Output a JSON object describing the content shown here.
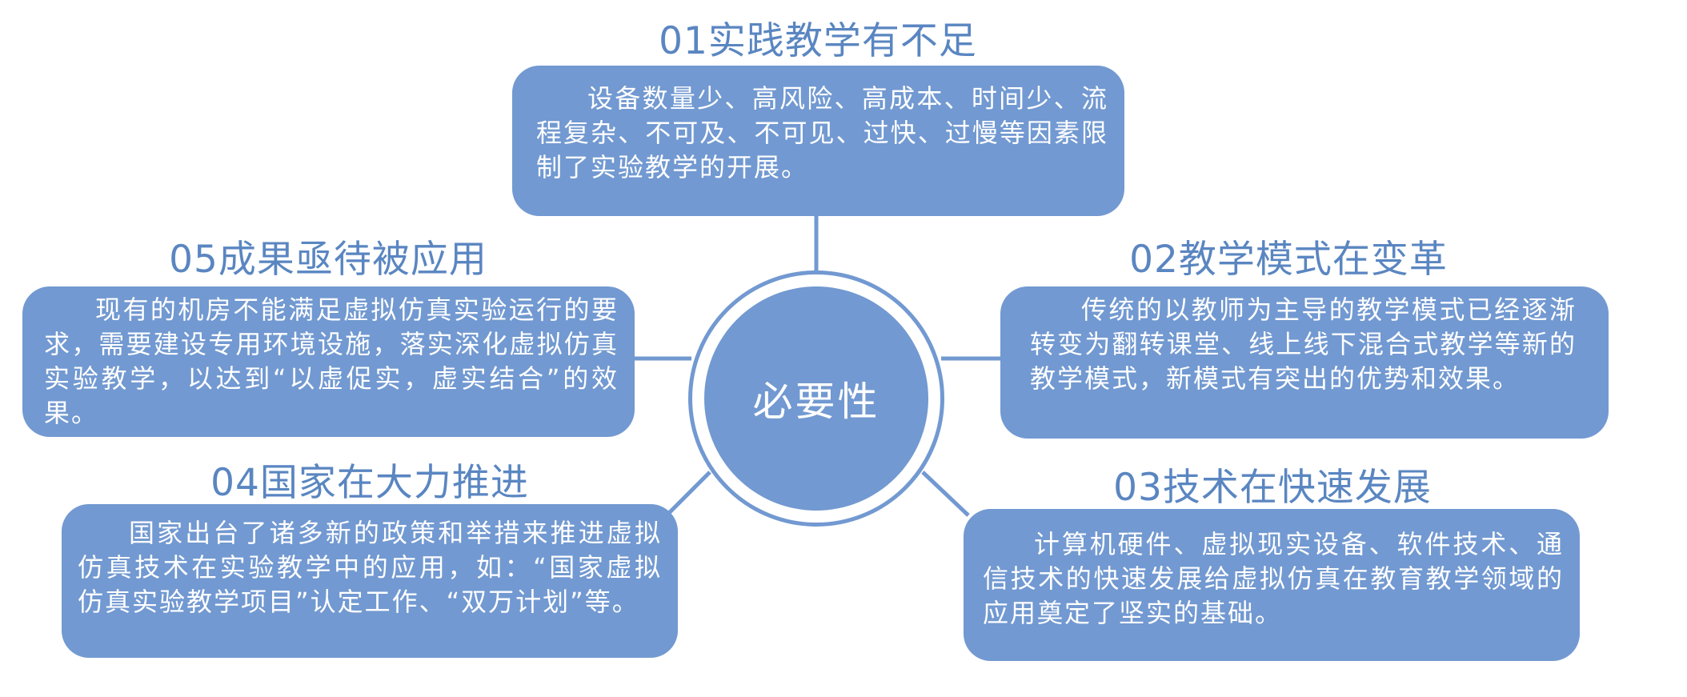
{
  "center": {
    "label": "必要性"
  },
  "nodes": [
    {
      "id": "01",
      "title": "01实践教学有不足",
      "body": "设备数量少、高风险、高成本、时间少、流程复杂、不可及、不可见、过快、过慢等因素限制了实验教学的开展。"
    },
    {
      "id": "02",
      "title": "02教学模式在变革",
      "body": "传统的以教师为主导的教学模式已经逐渐转变为翻转课堂、线上线下混合式教学等新的教学模式，新模式有突出的优势和效果。"
    },
    {
      "id": "03",
      "title": "03技术在快速发展",
      "body": "计算机硬件、虚拟现实设备、软件技术、通信技术的快速发展给虚拟仿真在教育教学领域的应用奠定了坚实的基础。"
    },
    {
      "id": "04",
      "title": "04国家在大力推进",
      "body": "国家出台了诸多新的政策和举措来推进虚拟仿真技术在实验教学中的应用，如：“国家虚拟仿真实验教学项目”认定工作、“双万计划”等。"
    },
    {
      "id": "05",
      "title": "05成果亟待被应用",
      "body": "现有的机房不能满足虚拟仿真实验运行的要求，需要建设专用环境设施，落实深化虚拟仿真实验教学，以达到“以虚促实，虚实结合”的效果。"
    }
  ],
  "colors": {
    "node_fill": "#7299d1",
    "title_text": "#5a86c1",
    "connector": "#7299d1",
    "body_text": "#ffffff"
  }
}
